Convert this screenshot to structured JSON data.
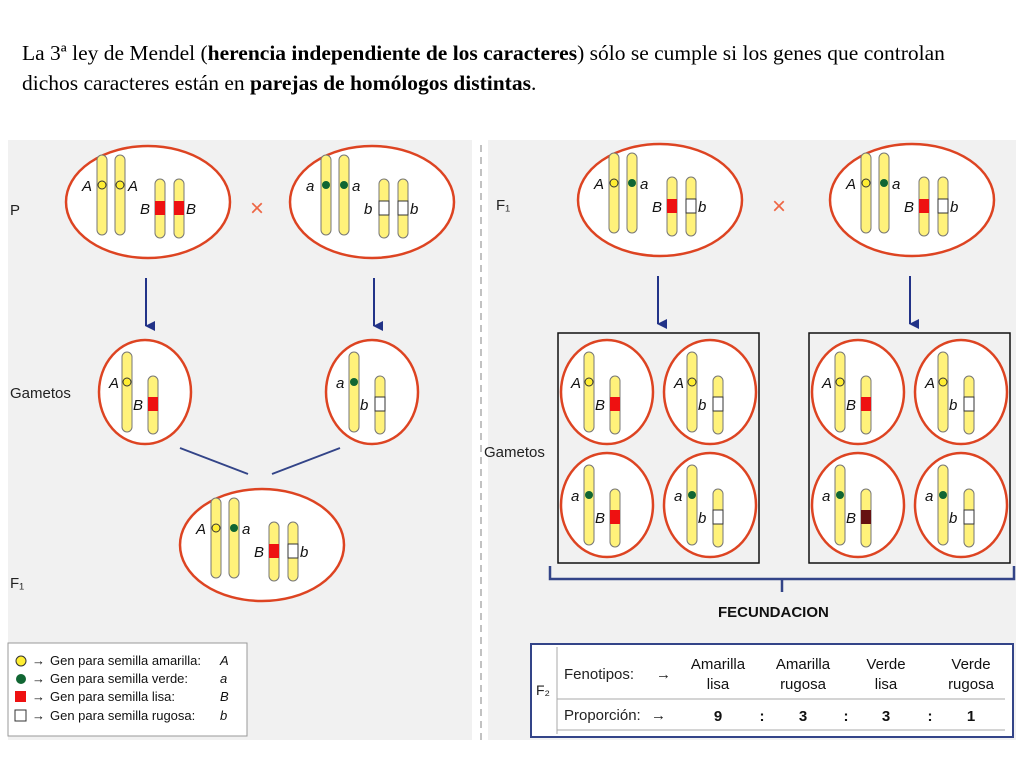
{
  "intro": {
    "t1": "La 3ª ley de Mendel (",
    "b1": "herencia independiente de los caracteres",
    "t2": ") sólo se cumple si los genes que controlan dichos caracteres están en ",
    "b2": "parejas de homólogos distintas",
    "t3": "."
  },
  "labels": {
    "p": "P",
    "gametos": "Gametos",
    "f1": "F₁",
    "cross": "×",
    "fecundacion": "FECUNDACION",
    "f2": "F₂"
  },
  "alleles": {
    "A": "A",
    "a": "a",
    "B": "B",
    "b": "b"
  },
  "legend": [
    {
      "text": "Gen para semilla amarilla:",
      "allele": "A",
      "color": "#ffee33"
    },
    {
      "text": "Gen para semilla verde:",
      "allele": "a",
      "color": "#116633"
    },
    {
      "text": "Gen para semilla lisa:",
      "allele": "B",
      "color": "#ee1111"
    },
    {
      "text": "Gen para semilla rugosa:",
      "allele": "b",
      "color": "#ffffff"
    }
  ],
  "f2_table": {
    "fenotipos_label": "Fenotipos:",
    "proporcion_label": "Proporción:",
    "arrow": "→",
    "sep": ":",
    "phenotypes": [
      {
        "l1": "Amarilla",
        "l2": "lisa",
        "value": "9"
      },
      {
        "l1": "Amarilla",
        "l2": "rugosa",
        "value": "3"
      },
      {
        "l1": "Verde",
        "l2": "lisa",
        "value": "3"
      },
      {
        "l1": "Verde",
        "l2": "rugosa",
        "value": "1"
      }
    ]
  },
  "colors": {
    "cell_border": "#dd4422",
    "chrom_fill": "#fff27a",
    "chrom_stroke": "#777777",
    "arrow_blue": "#223388",
    "box_blue": "#334488",
    "cross_red": "#ee6644",
    "gene_yellow": "#ffee33",
    "gene_green": "#116633",
    "gene_red": "#ee1111",
    "gene_darkred": "#661111"
  }
}
